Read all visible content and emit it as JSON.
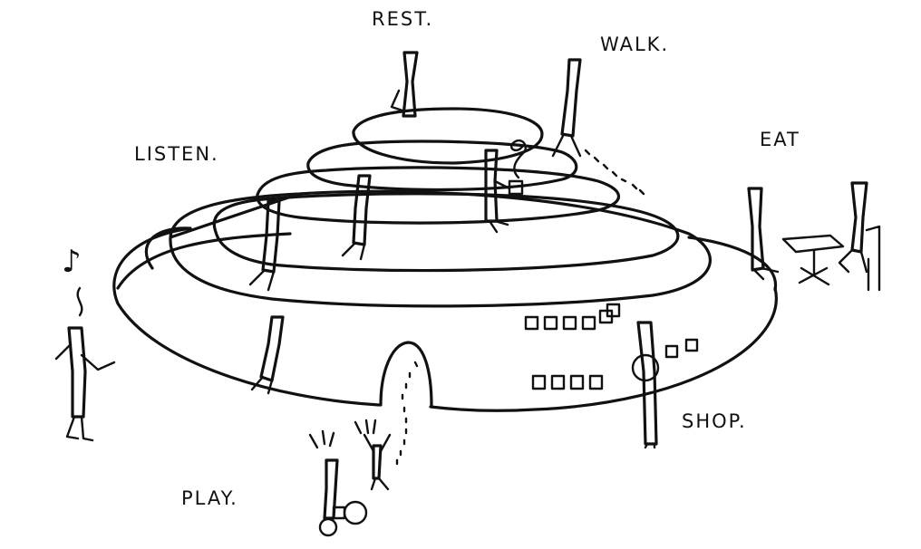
{
  "labels": {
    "rest": "REST.",
    "walk": "WALK.",
    "listen": "LISTEN.",
    "eat": "EAT",
    "shop": "SHOP.",
    "play": "PLAY."
  },
  "music_note": "♪"
}
